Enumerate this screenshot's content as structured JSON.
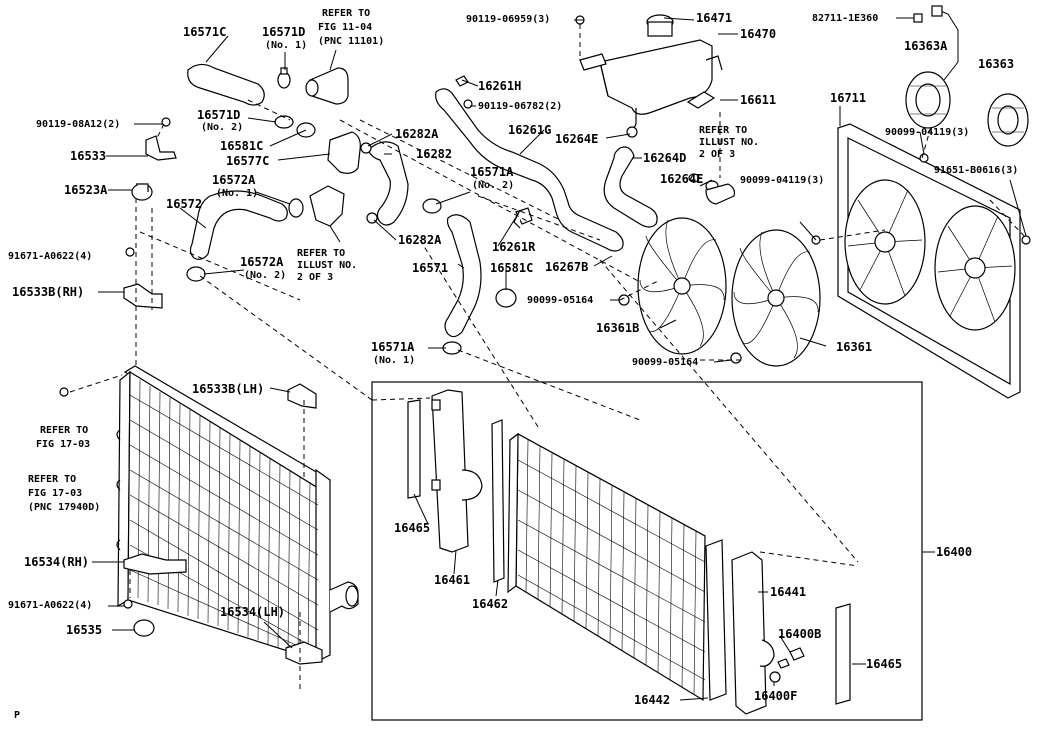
{
  "labels": {
    "p16571C": "16571C",
    "p16571D_1": "16571D",
    "p16571D_1_sub": "(No. 1)",
    "ref_fig1104_a": "REFER TO",
    "ref_fig1104_b": "FIG 11-04",
    "ref_fig1104_c": "(PNC 11101)",
    "p90119_06959": "90119-06959(3)",
    "p16471": "16471",
    "p16470": "16470",
    "p82711": "82711-1E360",
    "p16363A": "16363A",
    "p16363": "16363",
    "p90119_08A12": "90119-08A12(2)",
    "p16571D_2": "16571D",
    "p16571D_2_sub": "(No. 2)",
    "p16261H": "16261H",
    "p90119_06782": "90119-06782(2)",
    "p16611": "16611",
    "p16711": "16711",
    "p16282A_top": "16282A",
    "p16581C_top": "16581C",
    "p16261G": "16261G",
    "p16264E_top": "16264E",
    "ref_illust_r_a": "REFER TO",
    "ref_illust_r_b": "ILLUST NO.",
    "ref_illust_r_c": "2 OF 3",
    "p90099_04119_top": "90099-04119(3)",
    "p16533": "16533",
    "p16577C": "16577C",
    "p16282": "16282",
    "p16264D": "16264D",
    "p16572A_1": "16572A",
    "p16572A_1_sub": "(No. 1)",
    "p16571A_2": "16571A",
    "p16571A_2_sub": "(No. 2)",
    "p16264E_mid": "16264E",
    "p90099_04119_mid": "90099-04119(3)",
    "p91651": "91651-B0616(3)",
    "p16523A": "16523A",
    "p16572": "16572",
    "p16282A_mid": "16282A",
    "ref_illust_l_a": "REFER TO",
    "ref_illust_l_b": "ILLUST NO.",
    "ref_illust_l_c": "2 OF 3",
    "p16261R": "16261R",
    "p91671_A0622_top": "91671-A0622(4)",
    "p16572A_2": "16572A",
    "p16572A_2_sub": "(No. 2)",
    "p16571": "16571",
    "p16581C_mid": "16581C",
    "p16267B": "16267B",
    "p16533B_RH": "16533B(RH)",
    "p90099_05164_top": "90099-05164",
    "p16361B": "16361B",
    "p16361": "16361",
    "p16571A_1": "16571A",
    "p16571A_1_sub": "(No. 1)",
    "p90099_05164_bot": "90099-05164",
    "p16533B_LH": "16533B(LH)",
    "ref_fig1703_a": "REFER TO",
    "ref_fig1703_b": "FIG 17-03",
    "ref_fig1703_pnc_a": "REFER TO",
    "ref_fig1703_pnc_b": "FIG 17-03",
    "ref_fig1703_pnc_c": "(PNC 17940D)",
    "p16465_left": "16465",
    "p16400": "16400",
    "p16534_RH": "16534(RH)",
    "p16461": "16461",
    "p16462": "16462",
    "p16441": "16441",
    "p91671_A0622_bot": "91671-A0622(4)",
    "p16534_LH": "16534(LH)",
    "p16400B": "16400B",
    "p16465_right": "16465",
    "p16535": "16535",
    "p16400F": "16400F",
    "p16442": "16442",
    "page_marker": "P"
  }
}
